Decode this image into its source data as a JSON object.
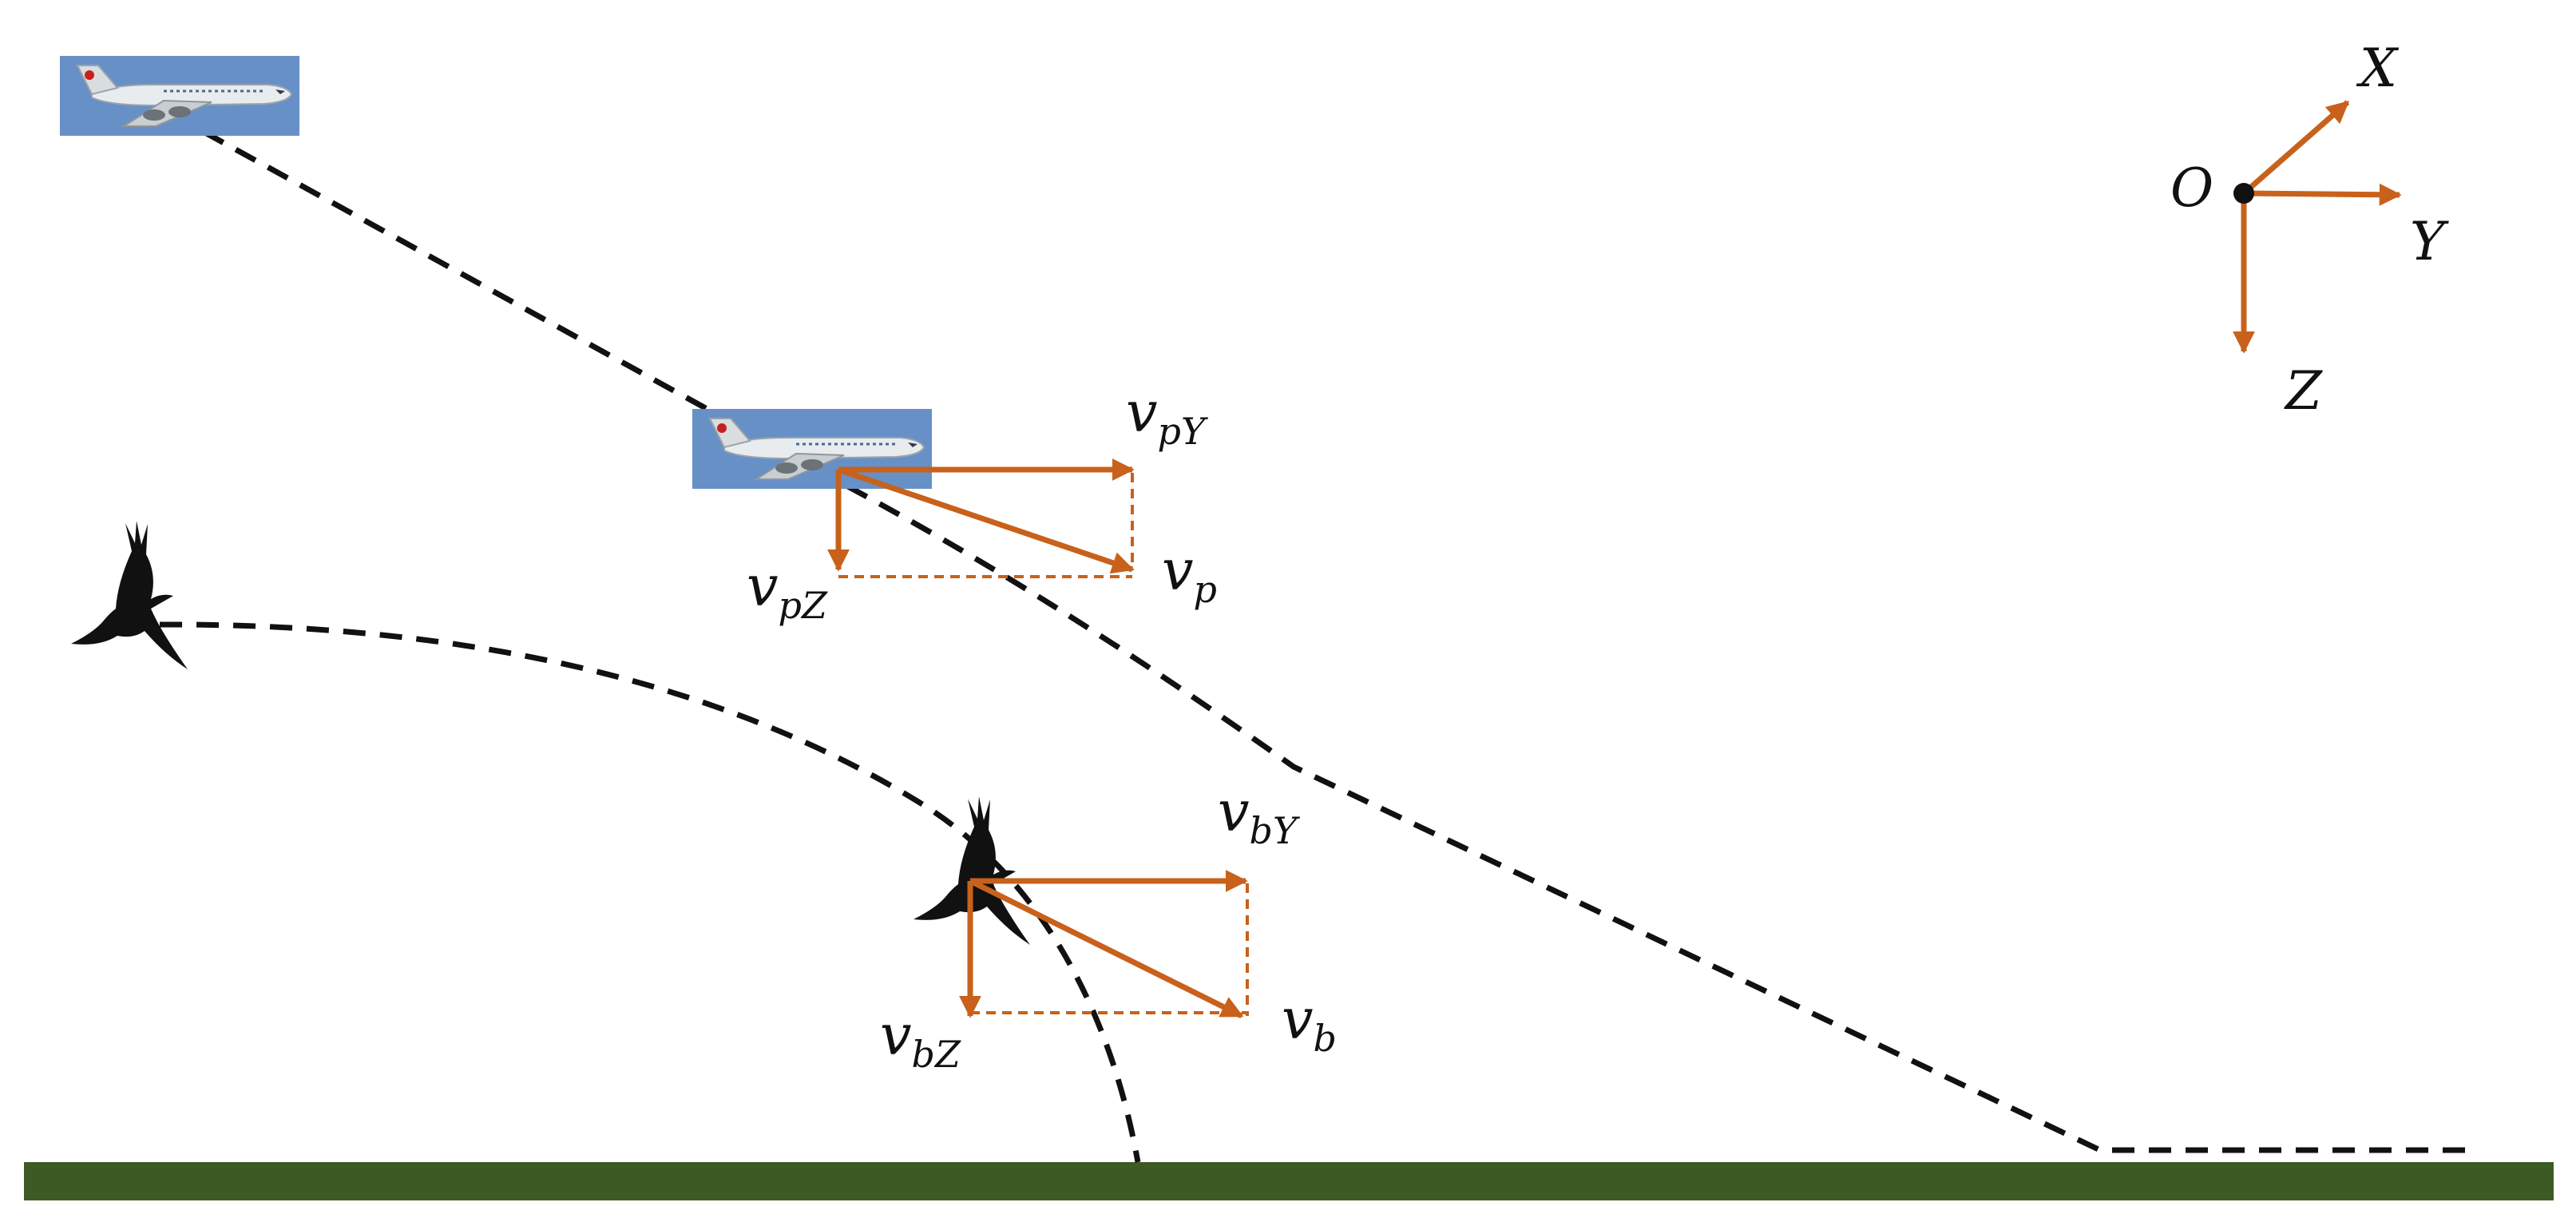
{
  "colors": {
    "vector": "#c8611b",
    "path": "#111111",
    "ground": "#3e5a24",
    "plane_photo_bg": "#5b86c0",
    "bird": "#111111"
  },
  "axes": {
    "origin": "O",
    "x": "X",
    "y": "Y",
    "z": "Z"
  },
  "plane": {
    "v_main": "v",
    "v_sub": "p",
    "vY_main": "v",
    "vY_sub": "pY",
    "vZ_main": "v",
    "vZ_sub": "pZ"
  },
  "bird": {
    "v_main": "v",
    "v_sub": "b",
    "vY_main": "v",
    "vY_sub": "bY",
    "vZ_main": "v",
    "vZ_sub": "bZ"
  },
  "icons": [
    "airplane-photo",
    "bird-silhouette"
  ]
}
